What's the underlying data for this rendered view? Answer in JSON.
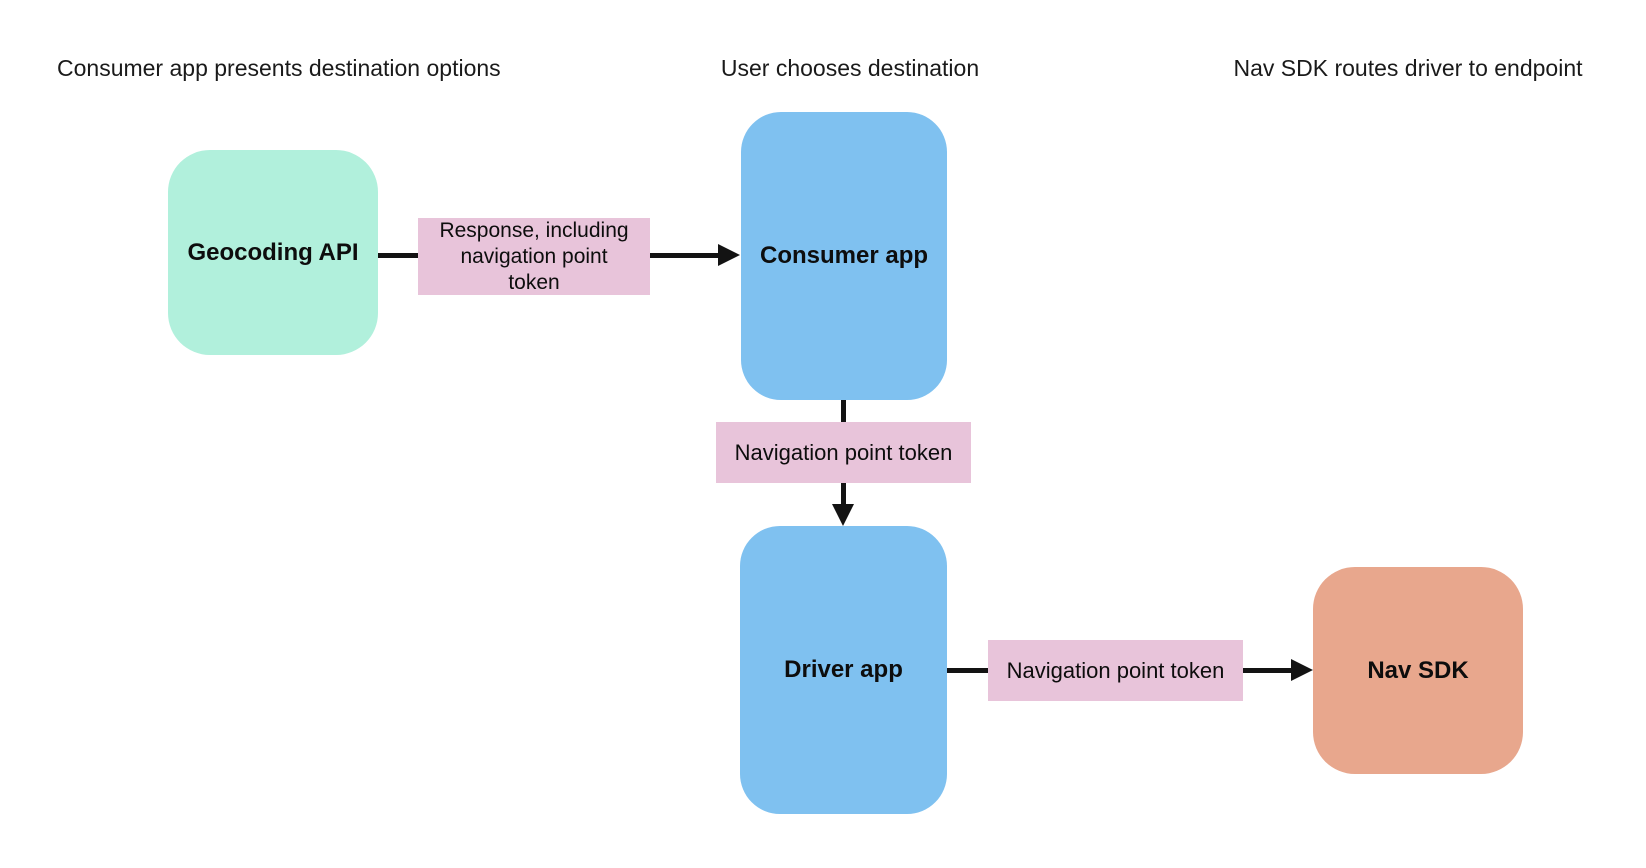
{
  "diagram": {
    "background": "#ffffff",
    "text_color": "#1a1a1a",
    "arrow_color": "#131313",
    "columns": [
      {
        "label": "Consumer app presents destination options"
      },
      {
        "label": "User chooses destination"
      },
      {
        "label": "Nav SDK routes driver to endpoint"
      }
    ],
    "nodes": [
      {
        "id": "geocoding-api",
        "label": "Geocoding API",
        "color": "#B1F0DC"
      },
      {
        "id": "consumer-app",
        "label": "Consumer app",
        "color": "#7FC1F0"
      },
      {
        "id": "driver-app",
        "label": "Driver app",
        "color": "#7FC1F0"
      },
      {
        "id": "nav-sdk",
        "label": "Nav SDK",
        "color": "#E8A78D"
      }
    ],
    "edge_labels": [
      {
        "id": "response-token",
        "text": "Response, including\nnavigation point\ntoken",
        "color": "#E8C4DA"
      },
      {
        "id": "nav-point-token-1",
        "text": "Navigation point token",
        "color": "#E8C4DA"
      },
      {
        "id": "nav-point-token-2",
        "text": "Navigation point token",
        "color": "#E8C4DA"
      }
    ],
    "edges": [
      {
        "from": "geocoding-api",
        "to": "consumer-app",
        "label": "response-token"
      },
      {
        "from": "consumer-app",
        "to": "driver-app",
        "label": "nav-point-token-1"
      },
      {
        "from": "driver-app",
        "to": "nav-sdk",
        "label": "nav-point-token-2"
      }
    ]
  }
}
